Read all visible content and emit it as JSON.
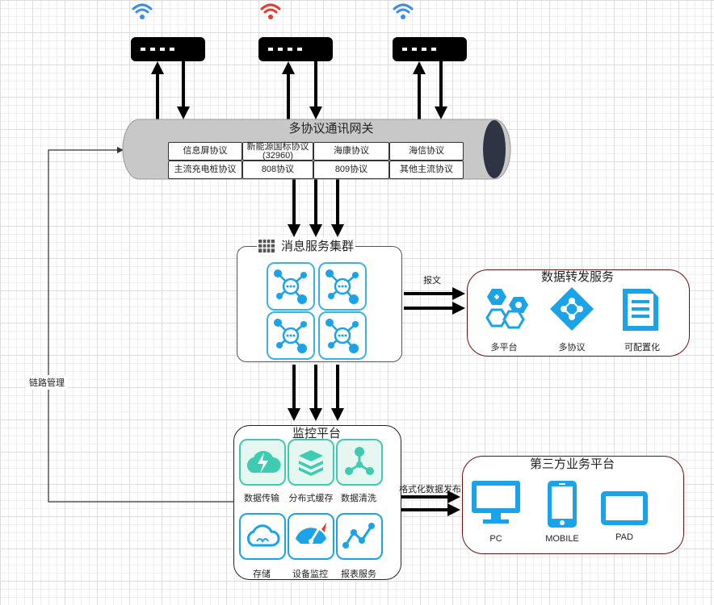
{
  "gateway": {
    "title": "多协议通讯网关",
    "protocols": [
      "信息屏协议",
      "新能源国标协议(32960)",
      "海康协议",
      "海信协议",
      "主流充电桩协议",
      "808协议",
      "809协议",
      "其他主流协议"
    ]
  },
  "routers": [
    {
      "name": "router-left",
      "wifi_color": "#3a8ee6"
    },
    {
      "name": "router-middle",
      "wifi_color": "#e83a2e"
    },
    {
      "name": "router-right",
      "wifi_color": "#3a8ee6"
    }
  ],
  "message_cluster": {
    "title": "消息服务集群"
  },
  "forwarding": {
    "title": "数据转发服务",
    "edge_label": "报文",
    "items": [
      "多平台",
      "多协议",
      "可配置化"
    ]
  },
  "monitor": {
    "title": "监控平台",
    "items": [
      "数据传输",
      "分布式缓存",
      "数据清洗",
      "存储",
      "设备监控",
      "报表服务"
    ]
  },
  "third_party": {
    "title": "第三方业务平台",
    "edge_label": "格式化数据发布",
    "items": [
      "PC",
      "MOBILE",
      "PAD"
    ]
  },
  "link_management": {
    "label": "链路管理"
  },
  "colors": {
    "accent": "#1aa3e8",
    "teal": "#3ecbb0",
    "border_dark_red": "#6b1010"
  }
}
